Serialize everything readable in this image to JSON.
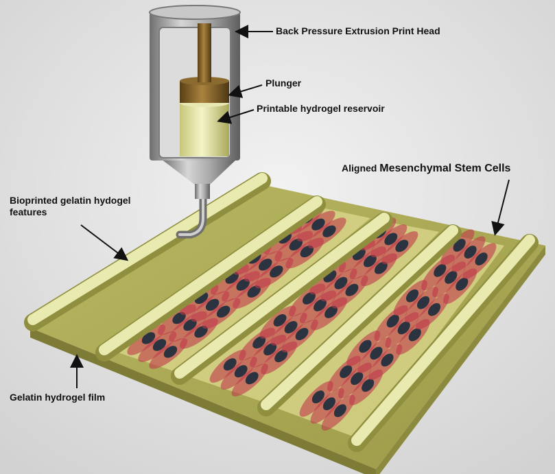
{
  "labels": {
    "print_head": "Back Pressure Extrusion Print Head",
    "plunger": "Plunger",
    "reservoir": "Printable hydrogel reservoir",
    "cells_prefix": "Aligned",
    "cells_emph": "Mesenchymal Stem Cells",
    "features": "Bioprinted gelatin hydogel features",
    "film": "Gelatin hydrogel film"
  },
  "colors": {
    "film": "#b5b45a",
    "ridge": "#d8d98a",
    "cell_body": "#c0394a",
    "nucleus": "#2b3340",
    "metal": "#9a9a9a",
    "plunger": "#7a5a28",
    "hydrogel": "#e2e4a0"
  }
}
